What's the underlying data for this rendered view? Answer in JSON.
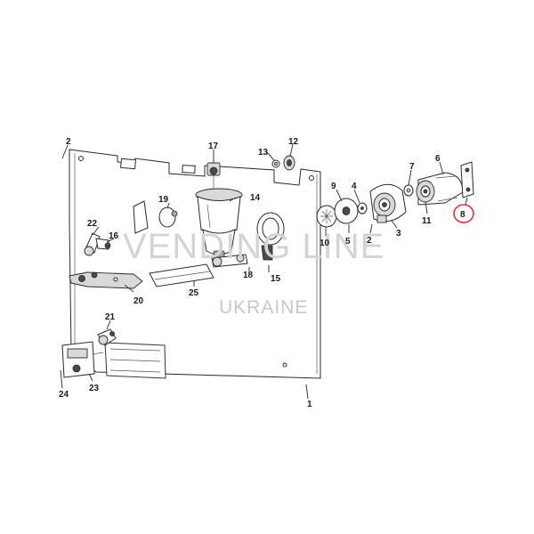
{
  "callouts": {
    "c1": "1",
    "c2a": "2",
    "c2b": "2",
    "c3": "3",
    "c4": "4",
    "c5": "5",
    "c6": "6",
    "c7": "7",
    "c8": "8",
    "c9": "9",
    "c10": "10",
    "c11": "11",
    "c12": "12",
    "c13": "13",
    "c14": "14",
    "c15": "15",
    "c16": "16",
    "c17": "17",
    "c18": "18",
    "c19": "19",
    "c20": "20",
    "c21": "21",
    "c22": "22",
    "c23": "23",
    "c24": "24",
    "c25": "25"
  },
  "highlight": {
    "callout": "8",
    "color": "#e0332e"
  },
  "watermark": {
    "line1": "VENDING LINE",
    "line2": "UKRAINE"
  }
}
